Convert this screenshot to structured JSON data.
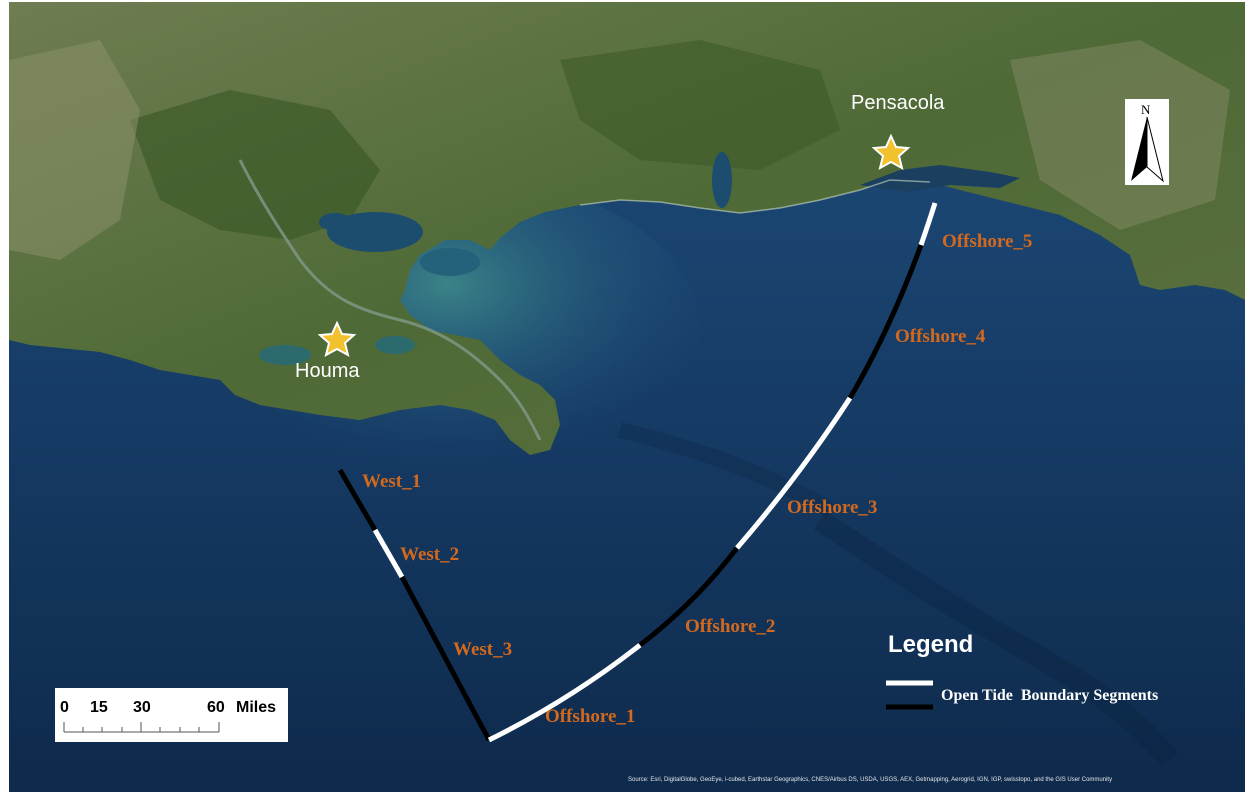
{
  "map": {
    "cities": [
      {
        "id": "pensacola",
        "name": "Pensacola"
      },
      {
        "id": "houma",
        "name": "Houma"
      }
    ],
    "segments": [
      {
        "id": "west-1",
        "label": "West_1",
        "color": "#000000"
      },
      {
        "id": "west-2",
        "label": "West_2",
        "color": "#ffffff"
      },
      {
        "id": "west-3",
        "label": "West_3",
        "color": "#000000"
      },
      {
        "id": "offshore-1",
        "label": "Offshore_1",
        "color": "#ffffff"
      },
      {
        "id": "offshore-2",
        "label": "Offshore_2",
        "color": "#000000"
      },
      {
        "id": "offshore-3",
        "label": "Offshore_3",
        "color": "#ffffff"
      },
      {
        "id": "offshore-4",
        "label": "Offshore_4",
        "color": "#000000"
      },
      {
        "id": "offshore-5",
        "label": "Offshore_5",
        "color": "#ffffff"
      }
    ],
    "label_color": "#d2691e",
    "star_color": "#f2c12e",
    "north_arrow_label": "N",
    "legend": {
      "title": "Legend",
      "entry_label": "Open Tide  Boundary Segments",
      "swatch_colors": [
        "#ffffff",
        "#000000"
      ]
    },
    "scale_bar": {
      "ticks": [
        "0",
        "15",
        "30",
        "60"
      ],
      "unit": "Miles"
    },
    "attribution": "Source: Esri, DigitalGlobe, GeoEye, i-cubed, Earthstar Geographics, CNES/Airbus DS, USDA, USGS, AEX, Getmapping, Aerogrid, IGN, IGP, swisstopo, and the GIS User Community"
  }
}
